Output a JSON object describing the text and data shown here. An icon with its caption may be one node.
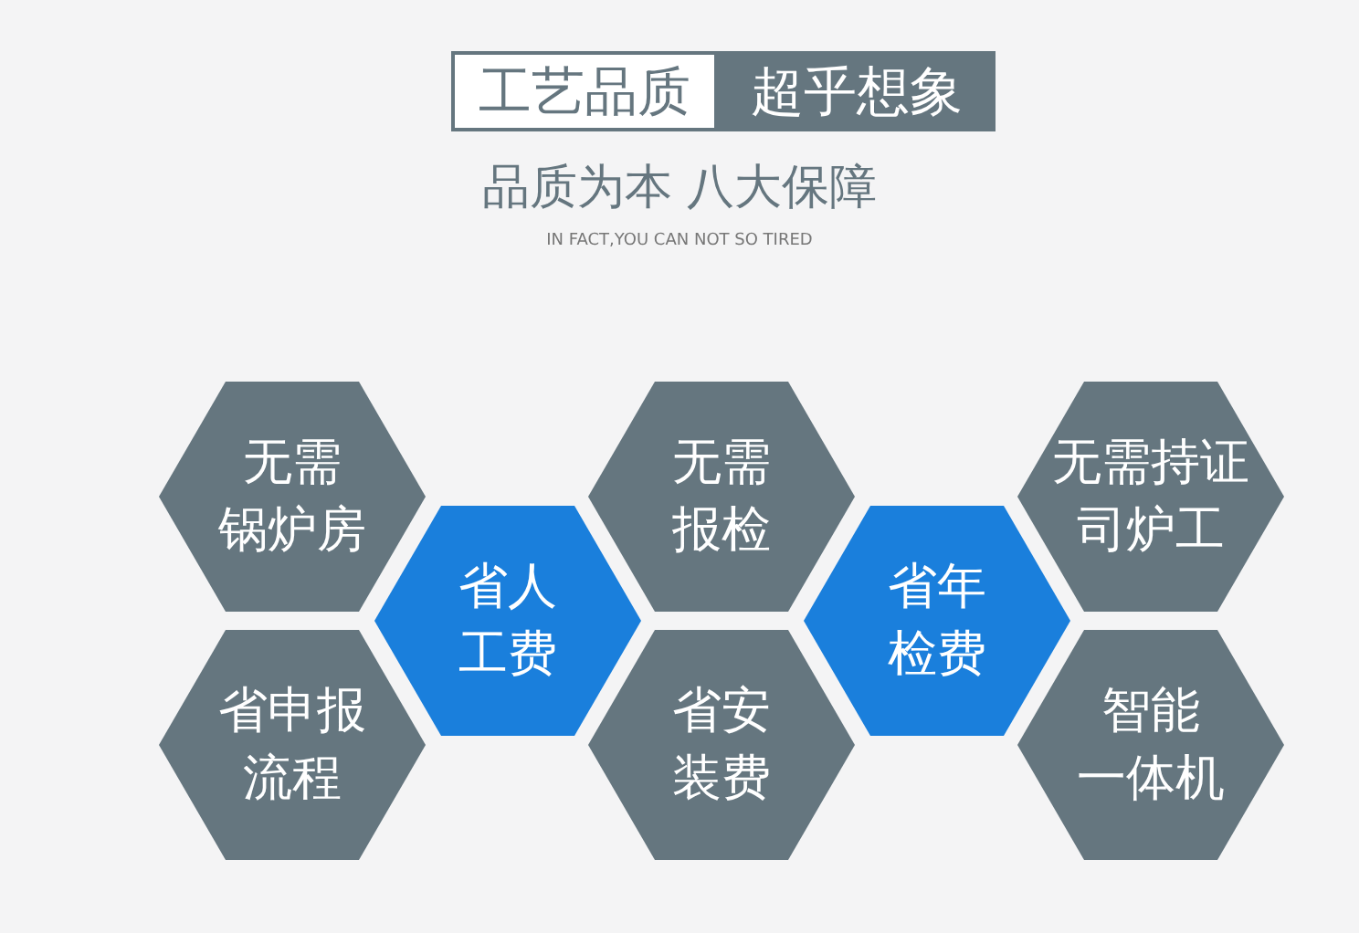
{
  "diagram": {
    "nodes": [
      {
        "text": [
          "无需锅炉房"
        ]
      },
      {
        "text": [
          "无需报检"
        ]
      },
      {
        "text": [
          "无需持证司炉工"
        ]
      },
      {
        "text": [
          "省人工费"
        ]
      },
      {
        "text": [
          "省年检费"
        ]
      },
      {
        "text": [
          "省申报流程"
        ]
      },
      {
        "text": [
          "省安装费"
        ]
      },
      {
        "text": [
          "智能一体机"
        ]
      }
    ],
    "labels": [
      "工艺品质",
      "超乎想象",
      "品质为本 八大保障",
      "IN FACT,YOU CAN NOT SO TIRED"
    ]
  }
}
